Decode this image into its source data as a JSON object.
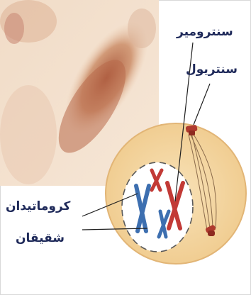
{
  "labels": {
    "centromere": "سنترومير",
    "centriole": "سنتريول",
    "chromatid": "كروماتيدان",
    "sister": "شقيقان"
  },
  "colors": {
    "label_text": "#1f2a5a",
    "cell_fill": "#f3d6a3",
    "cell_edge": "#e3b97a",
    "nucleus_fill": "#ffffff",
    "chromosome_red": "#c23a36",
    "chromosome_blue": "#3d6fb0",
    "centriole": "#b03a2e"
  }
}
